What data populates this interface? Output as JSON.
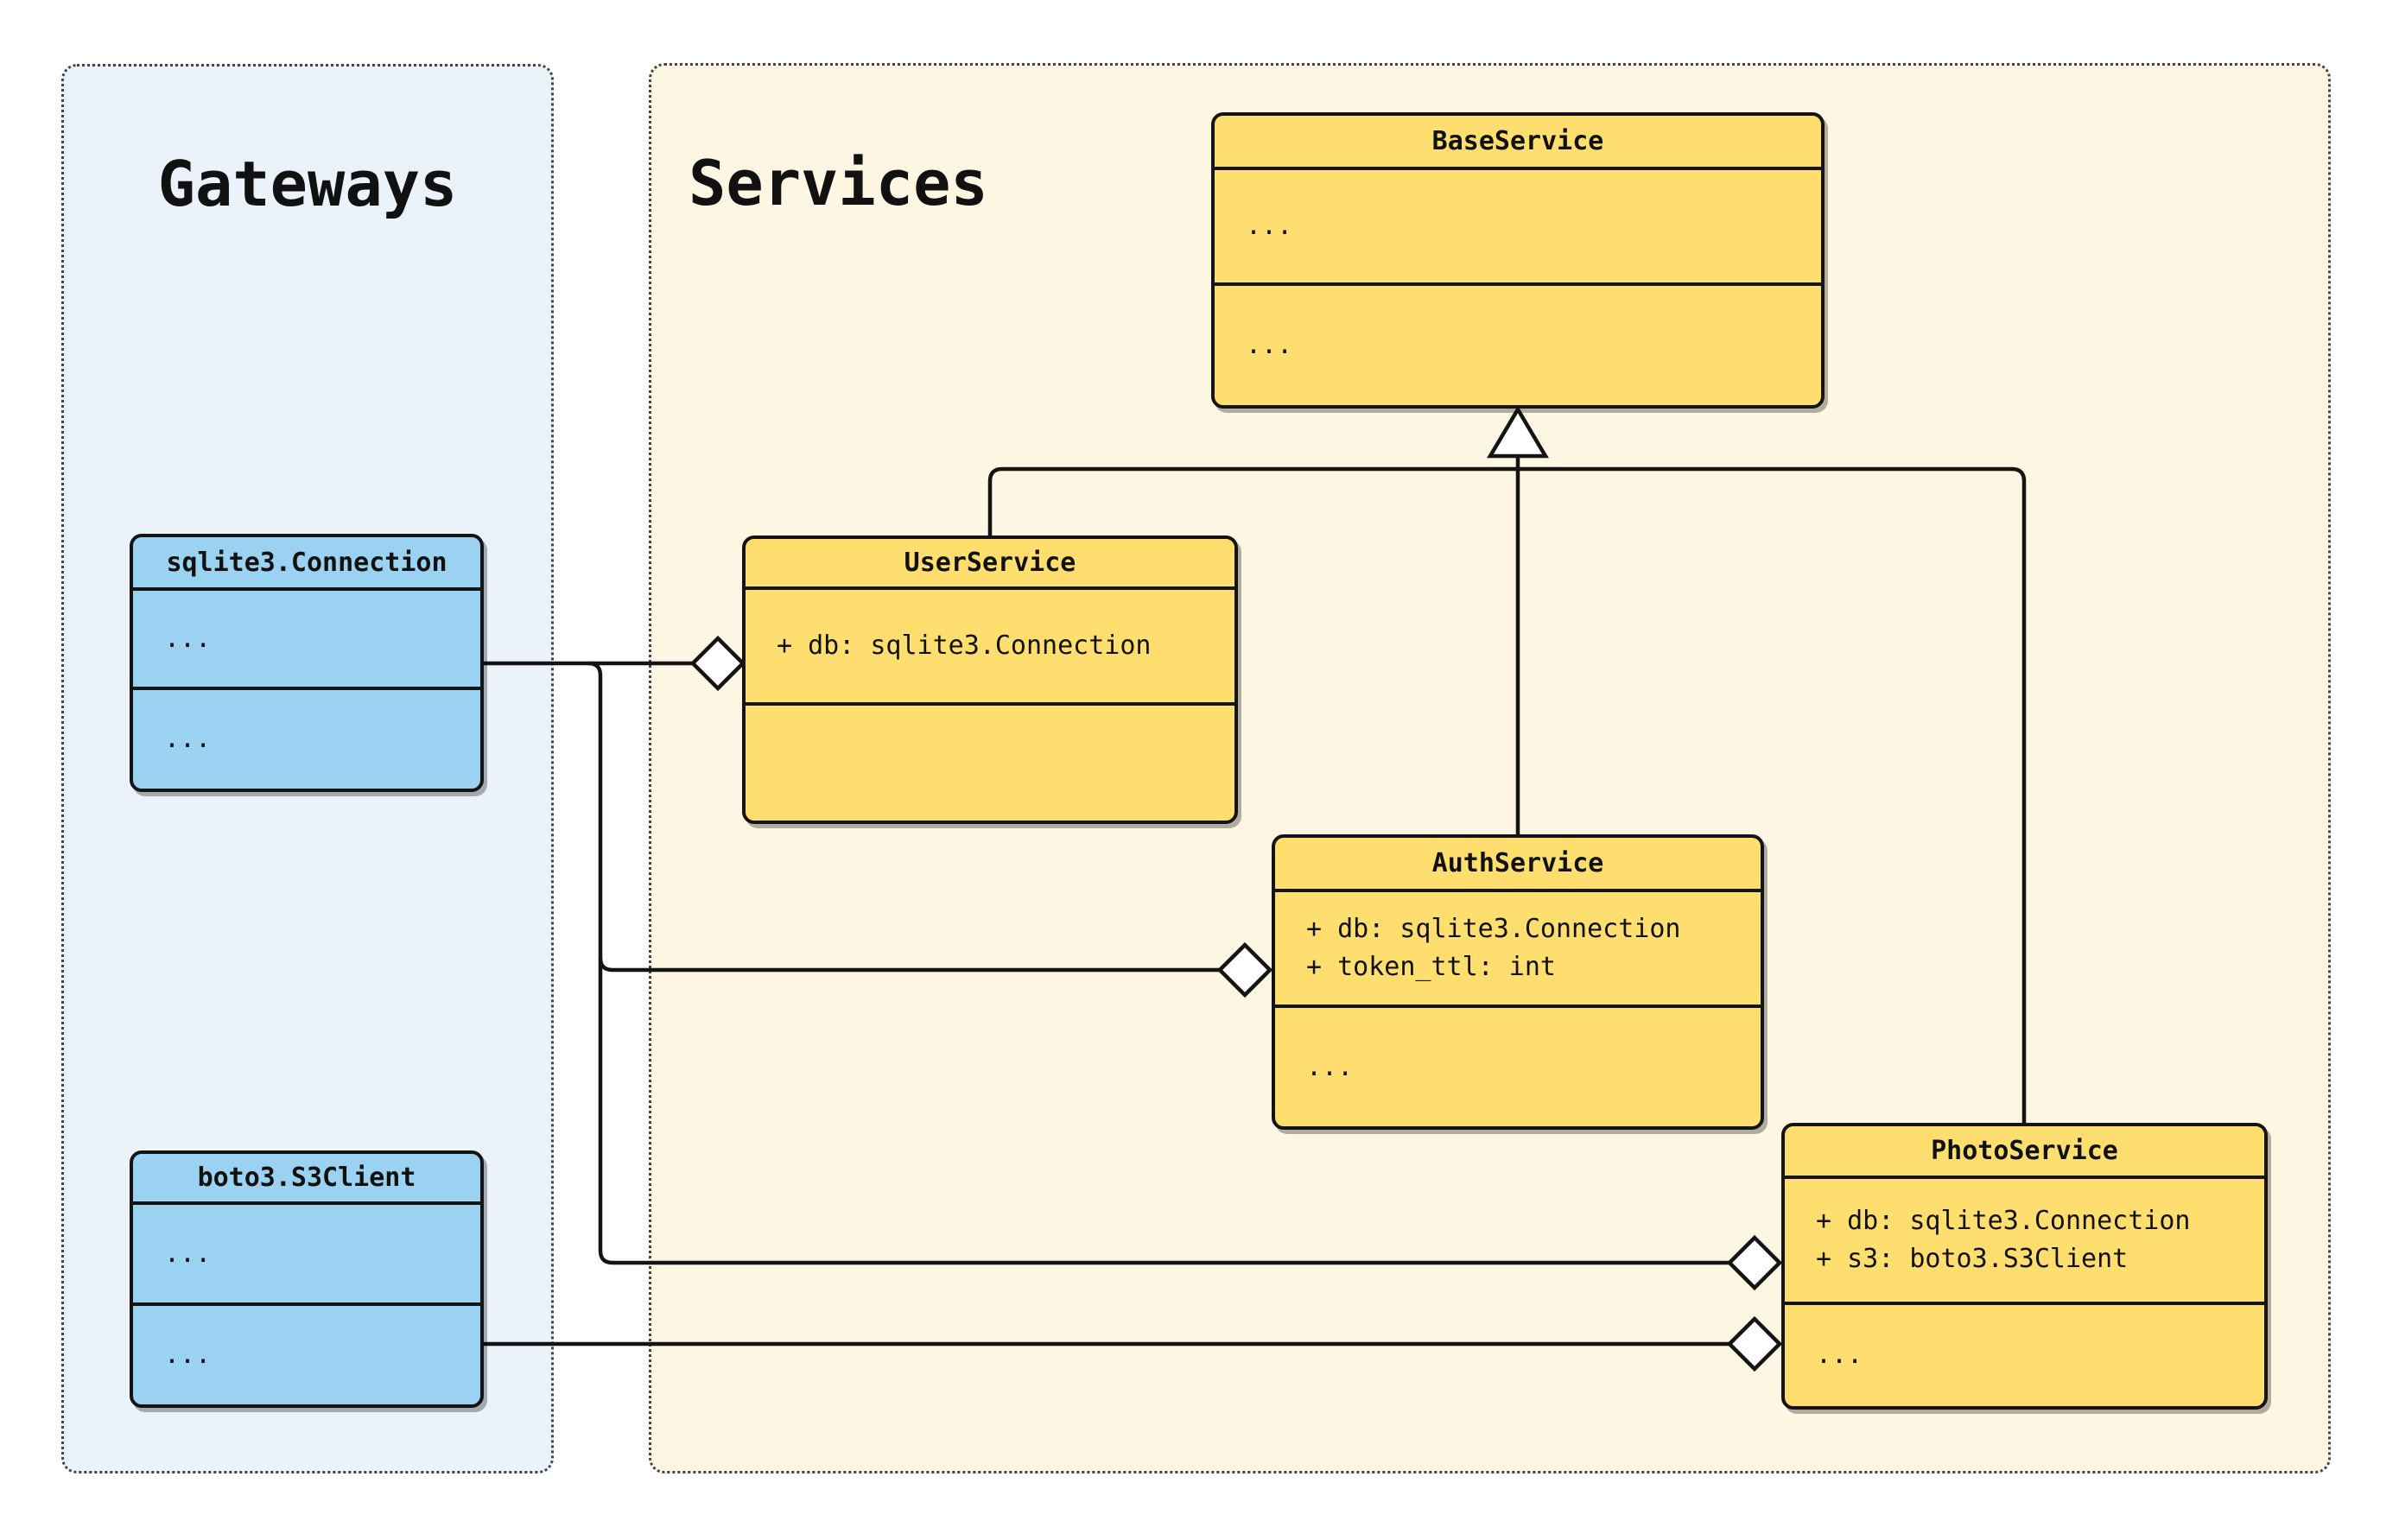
{
  "diagram_title": "",
  "containers": {
    "gateways": {
      "label": "Gateways"
    },
    "services": {
      "label": "Services"
    }
  },
  "classes": {
    "sqlite": {
      "title": "sqlite3.Connection",
      "attrs": [
        "..."
      ],
      "methods": [
        "..."
      ]
    },
    "boto": {
      "title": "boto3.S3Client",
      "attrs": [
        "..."
      ],
      "methods": [
        "..."
      ]
    },
    "base": {
      "title": "BaseService",
      "attrs": [
        "..."
      ],
      "methods": [
        "..."
      ]
    },
    "user": {
      "title": "UserService",
      "attrs": [
        "+ db: sqlite3.Connection"
      ],
      "methods": []
    },
    "auth": {
      "title": "AuthService",
      "attrs": [
        "+ db: sqlite3.Connection",
        "+ token_ttl: int"
      ],
      "methods": [
        "..."
      ]
    },
    "photo": {
      "title": "PhotoService",
      "attrs": [
        "+ db: sqlite3.Connection",
        "+ s3: boto3.S3Client"
      ],
      "methods": [
        "..."
      ]
    }
  },
  "relationships": [
    {
      "type": "inheritance",
      "from": "UserService",
      "to": "BaseService"
    },
    {
      "type": "inheritance",
      "from": "AuthService",
      "to": "BaseService"
    },
    {
      "type": "inheritance",
      "from": "PhotoService",
      "to": "BaseService"
    },
    {
      "type": "aggregation",
      "from": "sqlite3.Connection",
      "to": "UserService"
    },
    {
      "type": "aggregation",
      "from": "sqlite3.Connection",
      "to": "AuthService"
    },
    {
      "type": "aggregation",
      "from": "sqlite3.Connection",
      "to": "PhotoService"
    },
    {
      "type": "aggregation",
      "from": "boto3.S3Client",
      "to": "PhotoService"
    }
  ],
  "colors": {
    "yellow": "#FFDE70",
    "blue": "#9CD2F1",
    "services_bg": "#FDF6E3",
    "gateways_bg": "#EBF2FA",
    "line": "#141414",
    "shape_fill": "#FFFFFF"
  }
}
